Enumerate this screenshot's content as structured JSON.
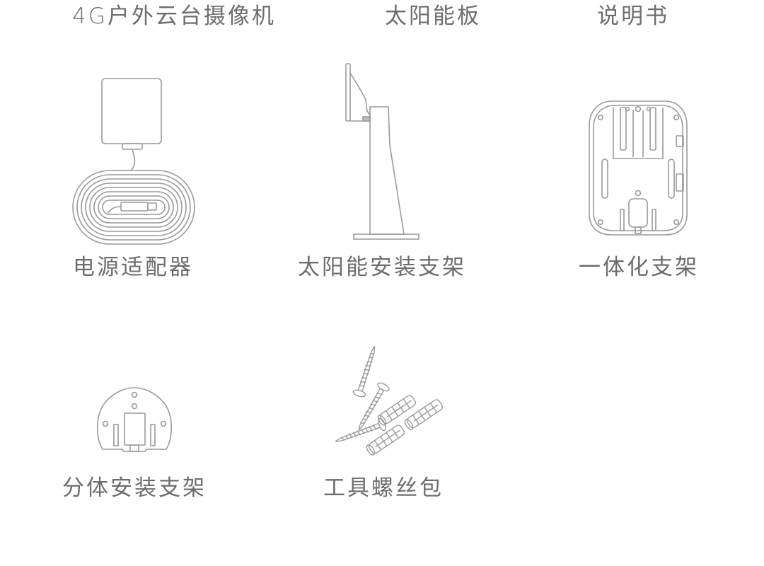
{
  "top_labels": [
    {
      "text": "4G户外云台摄像机"
    },
    {
      "text": "太阳能板"
    },
    {
      "text": "说明书"
    }
  ],
  "items": [
    {
      "label": "电源适配器",
      "icon": "power-adapter-icon"
    },
    {
      "label": "太阳能安装支架",
      "icon": "solar-mount-bracket-icon"
    },
    {
      "label": "一体化支架",
      "icon": "integrated-bracket-icon"
    },
    {
      "label": "分体安装支架",
      "icon": "split-mount-bracket-icon"
    },
    {
      "label": "工具螺丝包",
      "icon": "screw-kit-icon"
    }
  ],
  "colors": {
    "text": "#6d6d6d",
    "line": "#9a9a9a",
    "background": "#ffffff"
  }
}
